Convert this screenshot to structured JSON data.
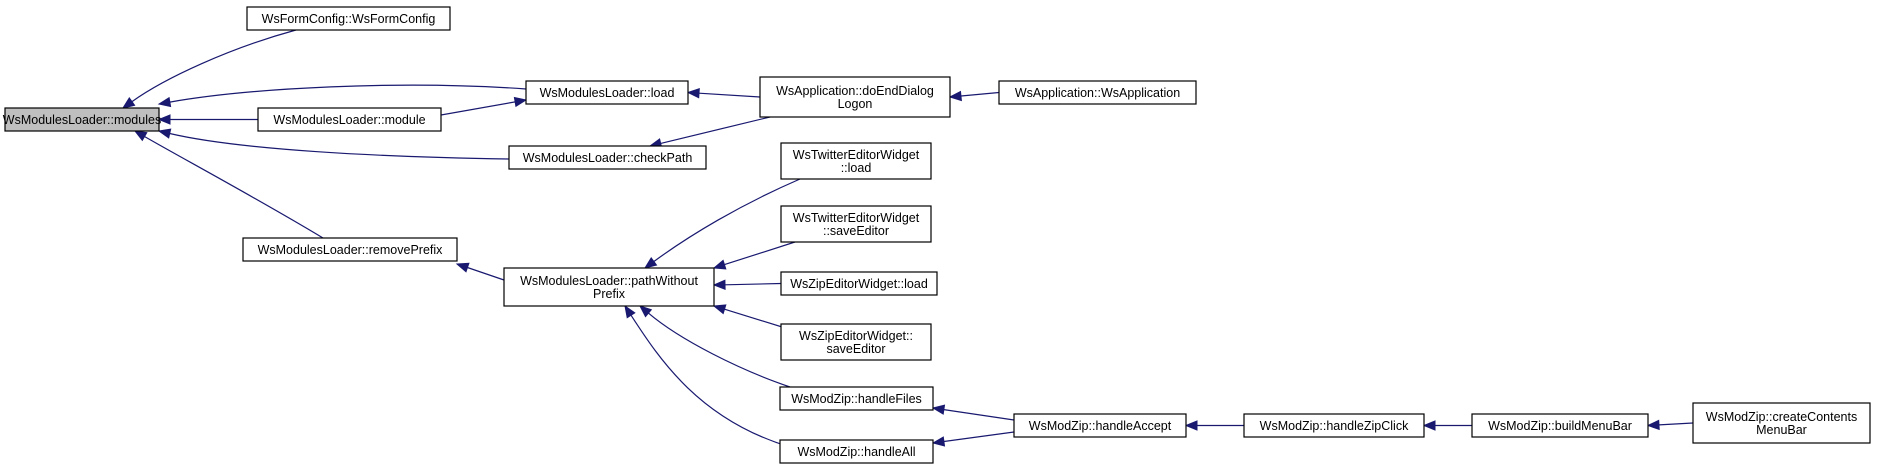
{
  "graph": {
    "colors": {
      "edge": "#191970",
      "node_border": "#000000",
      "root_fill": "#bfbfbf",
      "node_fill": "#ffffff"
    },
    "nodes": {
      "modules": {
        "lines": [
          "WsModulesLoader::modules"
        ],
        "root": true
      },
      "formconfig": {
        "lines": [
          "WsFormConfig::WsFormConfig"
        ]
      },
      "load": {
        "lines": [
          "WsModulesLoader::load"
        ]
      },
      "module": {
        "lines": [
          "WsModulesLoader::module"
        ]
      },
      "checkpath": {
        "lines": [
          "WsModulesLoader::checkPath"
        ]
      },
      "removeprefix": {
        "lines": [
          "WsModulesLoader::removePrefix"
        ]
      },
      "doenddialog": {
        "lines": [
          "WsApplication::doEndDialog",
          "Logon"
        ]
      },
      "wsapplication": {
        "lines": [
          "WsApplication::WsApplication"
        ]
      },
      "pathwithout": {
        "lines": [
          "WsModulesLoader::pathWithout",
          "Prefix"
        ]
      },
      "twitterload": {
        "lines": [
          "WsTwitterEditorWidget",
          "::load"
        ]
      },
      "twittersave": {
        "lines": [
          "WsTwitterEditorWidget",
          "::saveEditor"
        ]
      },
      "zipload": {
        "lines": [
          "WsZipEditorWidget::load"
        ]
      },
      "zipsave": {
        "lines": [
          "WsZipEditorWidget::",
          "saveEditor"
        ]
      },
      "handlefiles": {
        "lines": [
          "WsModZip::handleFiles"
        ]
      },
      "handleall": {
        "lines": [
          "WsModZip::handleAll"
        ]
      },
      "handleaccept": {
        "lines": [
          "WsModZip::handleAccept"
        ]
      },
      "handlezipclick": {
        "lines": [
          "WsModZip::handleZipClick"
        ]
      },
      "buildmenubar": {
        "lines": [
          "WsModZip::buildMenuBar"
        ]
      },
      "createcontents": {
        "lines": [
          "WsModZip::createContents",
          "MenuBar"
        ]
      }
    },
    "edges": [
      {
        "from": "formconfig",
        "to": "modules"
      },
      {
        "from": "load",
        "to": "modules"
      },
      {
        "from": "module",
        "to": "modules"
      },
      {
        "from": "checkpath",
        "to": "modules"
      },
      {
        "from": "removeprefix",
        "to": "modules"
      },
      {
        "from": "module",
        "to": "load"
      },
      {
        "from": "doenddialog",
        "to": "load"
      },
      {
        "from": "doenddialog",
        "to": "checkpath"
      },
      {
        "from": "wsapplication",
        "to": "doenddialog"
      },
      {
        "from": "pathwithout",
        "to": "removeprefix"
      },
      {
        "from": "twitterload",
        "to": "pathwithout"
      },
      {
        "from": "twittersave",
        "to": "pathwithout"
      },
      {
        "from": "zipload",
        "to": "pathwithout"
      },
      {
        "from": "zipsave",
        "to": "pathwithout"
      },
      {
        "from": "handlefiles",
        "to": "pathwithout"
      },
      {
        "from": "handleall",
        "to": "pathwithout"
      },
      {
        "from": "handleaccept",
        "to": "handlefiles"
      },
      {
        "from": "handleaccept",
        "to": "handleall"
      },
      {
        "from": "handlezipclick",
        "to": "handleaccept"
      },
      {
        "from": "buildmenubar",
        "to": "handlezipclick"
      },
      {
        "from": "createcontents",
        "to": "buildmenubar"
      }
    ]
  }
}
